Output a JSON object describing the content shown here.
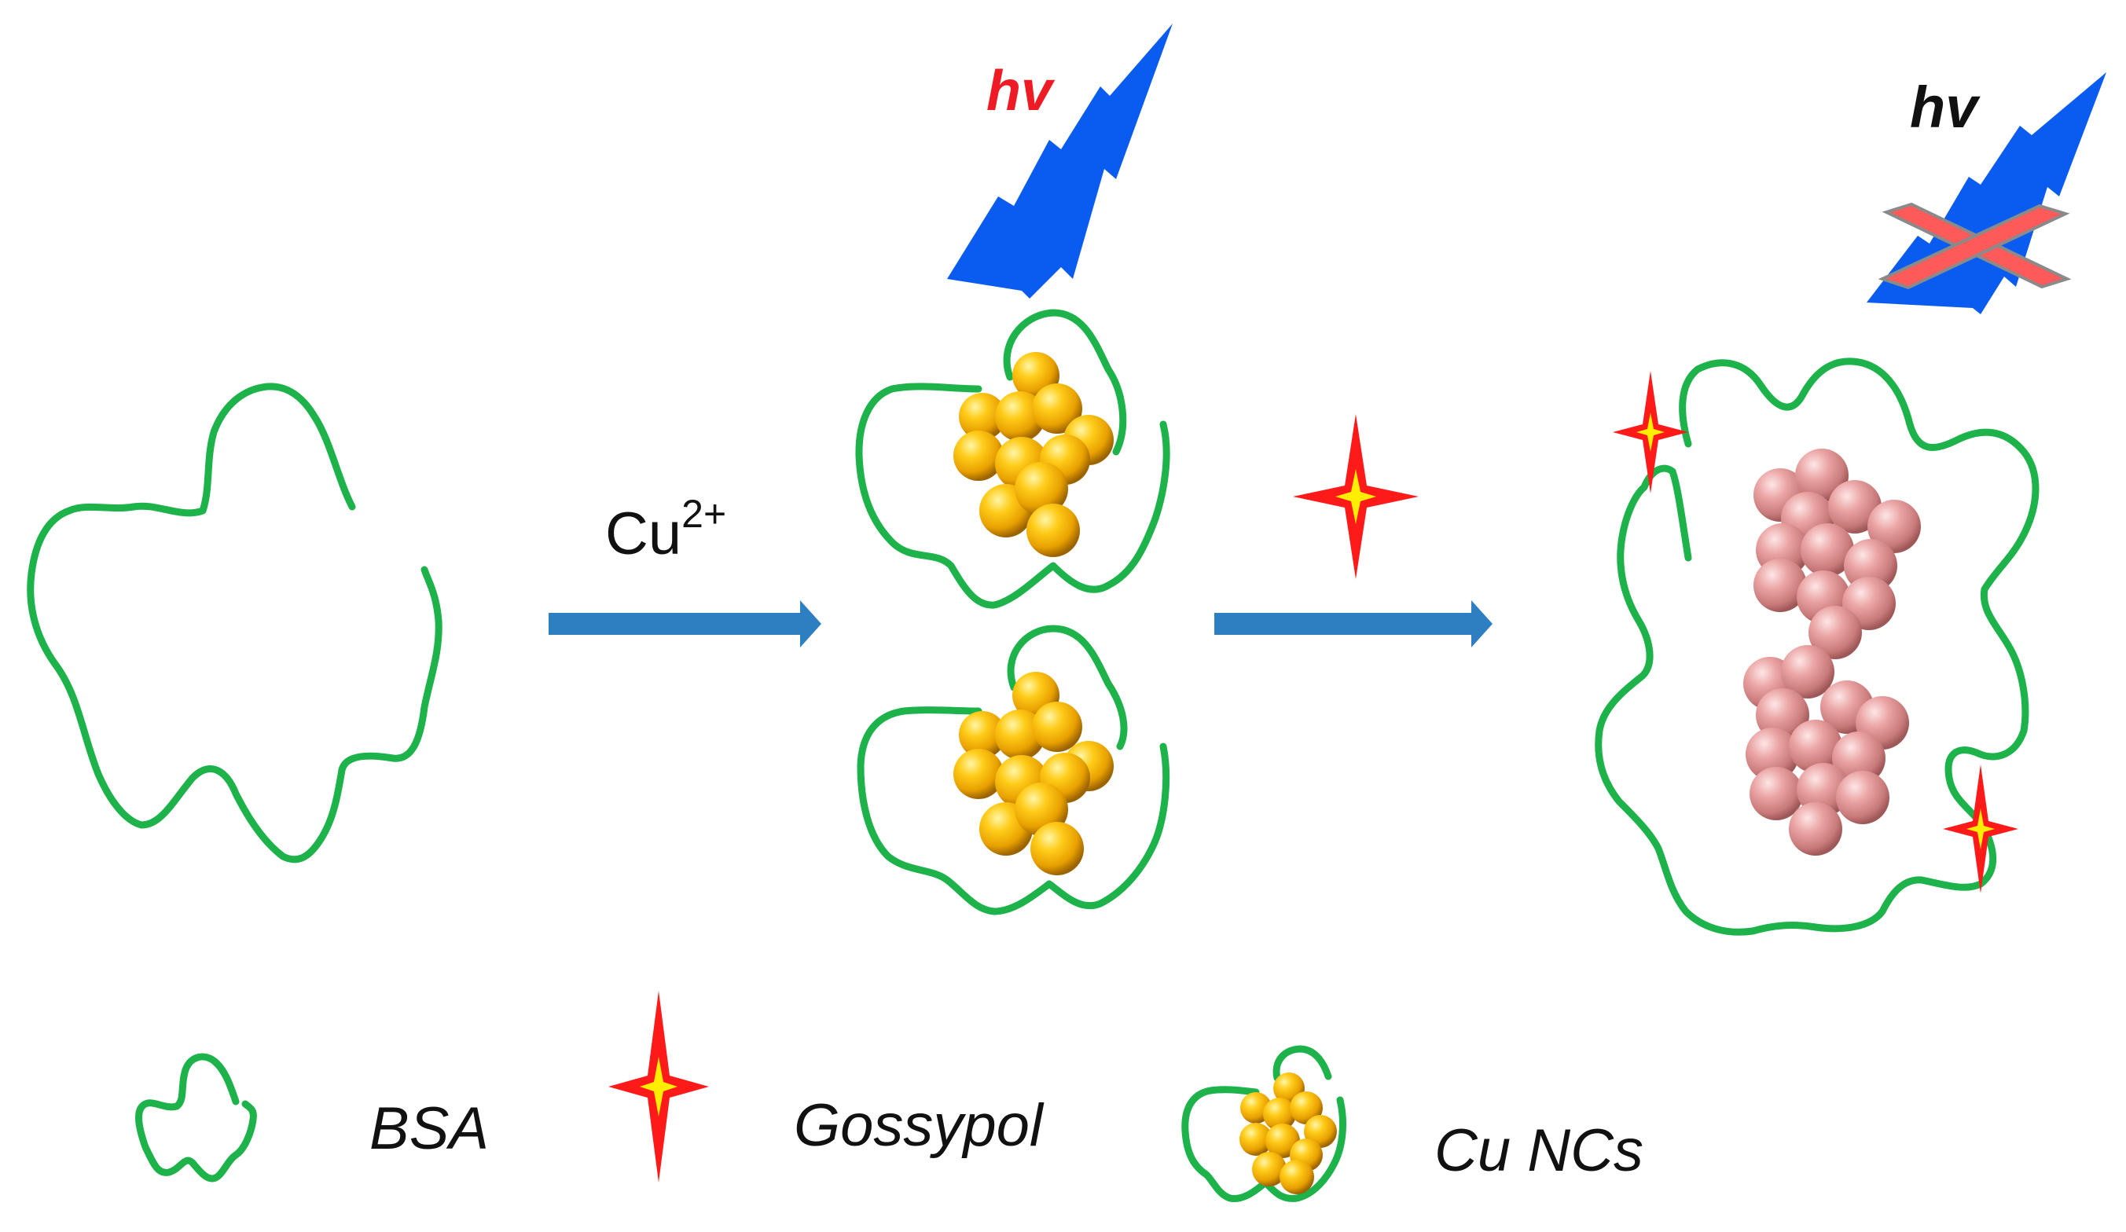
{
  "reagent": {
    "base": "Cu",
    "superscript": "2+"
  },
  "light_labels": {
    "active": "hv",
    "blocked": "hv"
  },
  "legend": {
    "bsa": "BSA",
    "gossypol": "Gossypol",
    "cu_ncs": "Cu NCs"
  },
  "colors": {
    "protein": "#1db24a",
    "arrow": "#2e7fc1",
    "light": "#0a5cf0",
    "hv_active": "#ee1b24",
    "hv_blocked": "#111111",
    "cluster_gold": "#f2b10c",
    "cluster_pink": "#e79b9b",
    "star_red": "#ff1a1a",
    "star_center": "#ffee00",
    "cross": "#ff5a5a"
  }
}
